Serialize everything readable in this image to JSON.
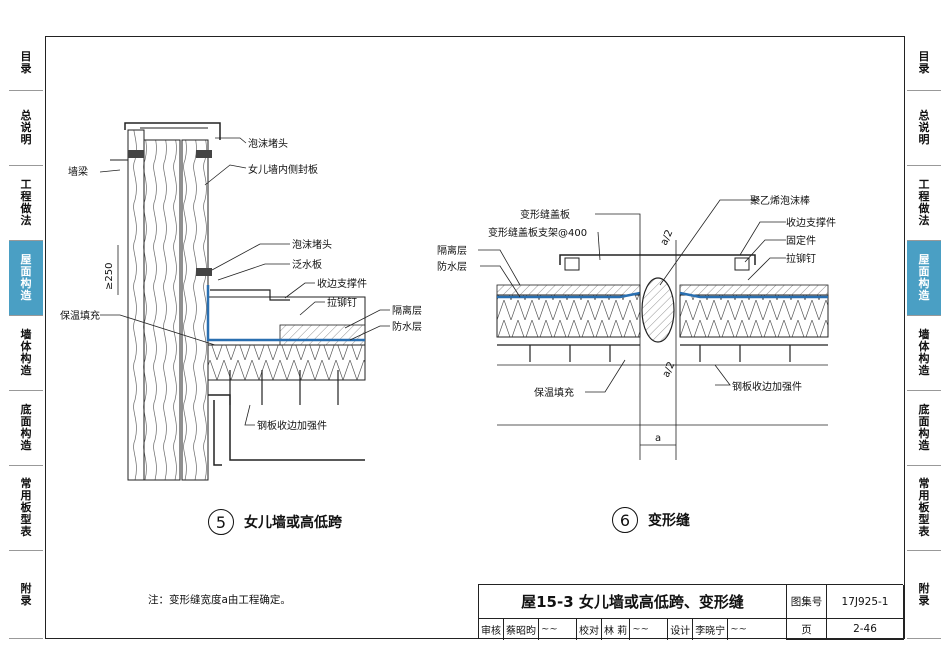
{
  "tabs": [
    "目录",
    "总说明",
    "工程做法",
    "屋面构造",
    "墙体构造",
    "底面构造",
    "常用板型表",
    "附录"
  ],
  "active_tab": "屋面构造",
  "detail5": {
    "number": "5",
    "title": "女儿墙或高低跨",
    "labels": {
      "foam_plug_top": "泡沫堵头",
      "parapet_seal": "女儿墙内侧封板",
      "wall_beam": "墙梁",
      "foam_plug": "泡沫堵头",
      "flashing": "泛水板",
      "edge_support": "收边支撑件",
      "dim_250": "≥250",
      "rivet": "拉铆钉",
      "insulation_fill": "保温填充",
      "isolation": "隔离层",
      "waterproof": "防水层",
      "steel_reinforce": "钢板收边加强件"
    }
  },
  "detail6": {
    "number": "6",
    "title": "变形缝",
    "labels": {
      "pe_foam_rod": "聚乙烯泡沫棒",
      "joint_cover": "变形缝盖板",
      "cover_bracket": "变形缝盖板支架@400",
      "edge_support": "收边支撑件",
      "fixing": "固定件",
      "isolation": "隔离层",
      "waterproof": "防水层",
      "rivet": "拉铆钉",
      "a2_top": "a/2",
      "a2_bottom": "a/2",
      "insulation_fill": "保温填充",
      "steel_reinforce": "钢板收边加强件",
      "dim_a": "a"
    }
  },
  "note": "注：变形缝宽度a由工程确定。",
  "title_block": {
    "title": "屋15-3 女儿墙或高低跨、变形缝",
    "atlas_label": "图集号",
    "atlas_number": "17J925-1",
    "review_label": "审核",
    "reviewer": "蔡昭昀",
    "check_label": "校对",
    "checker": "林 莉",
    "design_label": "设计",
    "designer": "李晓宁",
    "page_label": "页",
    "page_number": "2-46"
  }
}
